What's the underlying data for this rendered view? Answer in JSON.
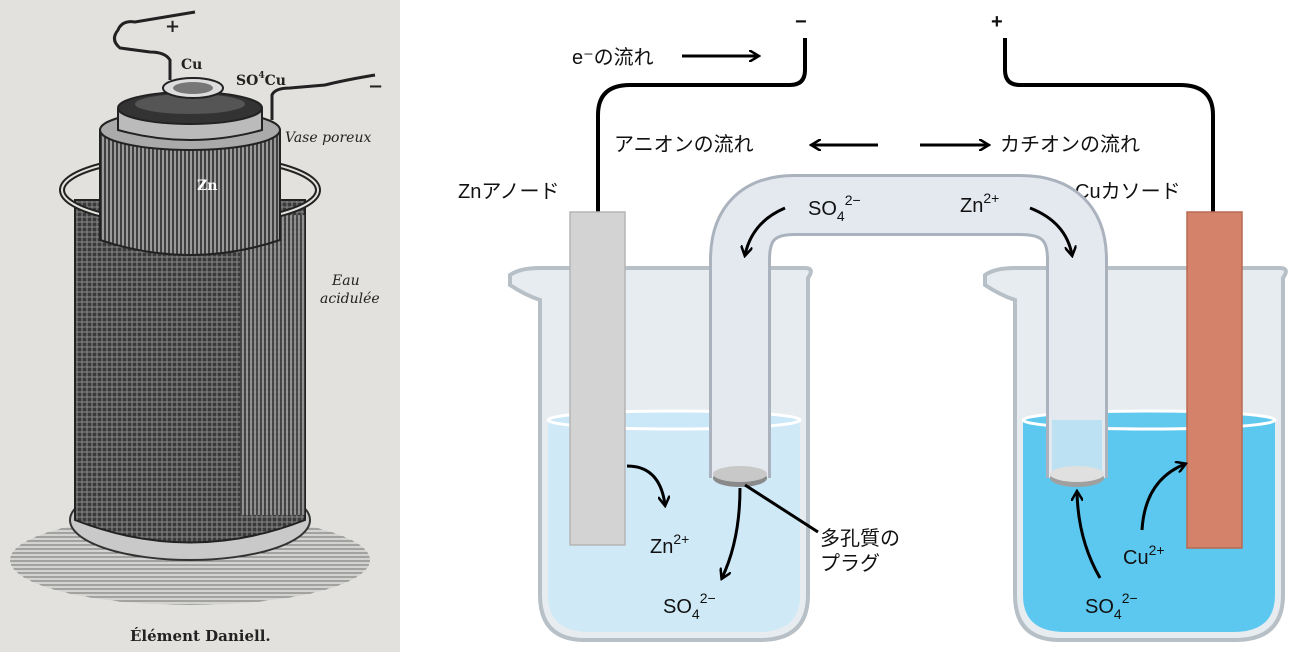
{
  "engraving": {
    "caption": "Élément Daniell.",
    "labels": {
      "plus": "+",
      "minus": "−",
      "copper": "Cu",
      "copper_sulfate_prefix": "SO",
      "copper_sulfate_sup": "4",
      "copper_sulfate_suffix": "Cu",
      "porous_vase": "Vase poreux",
      "zinc": "Zn",
      "water_line1": "Eau",
      "water_line2": "acidulée"
    }
  },
  "diagram": {
    "terminal_negative": "−",
    "terminal_positive": "+",
    "electron_flow": "e⁻の流れ",
    "anion_flow": "アニオンの流れ",
    "cation_flow": "カチオンの流れ",
    "anode_label": "Znアノード",
    "cathode_label": "Cuカソード",
    "porous_plug_line1": "多孔質の",
    "porous_plug_line2": "プラグ",
    "ions": {
      "sulfate_base": "SO",
      "sulfate_sub": "4",
      "sulfate_sup": "2−",
      "zinc_base": "Zn",
      "zinc_sup": "2+",
      "copper_base": "Cu",
      "copper_sup": "2+"
    },
    "colors": {
      "zinc": "#d3d3d3",
      "copper": "#d4836a",
      "left_solution": "#cfe9f7",
      "right_solution": "#5cc8ef"
    }
  }
}
